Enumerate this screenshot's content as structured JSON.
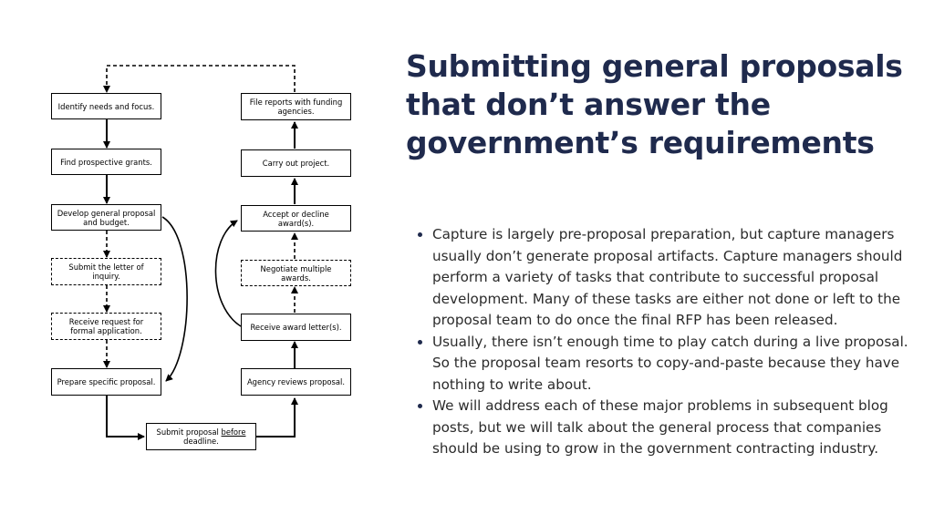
{
  "title": "Submitting general proposals that don’t answer the government’s requirements",
  "bullets": [
    "Capture is largely pre-proposal preparation, but capture managers usually don’t generate proposal artifacts. Capture managers should perform a variety of tasks that contribute to successful proposal development. Many of these tasks are either not done or left to the proposal team to do once the final RFP has been released.",
    "Usually, there isn’t enough time to play catch during a live proposal. So the proposal team resorts to copy-and-paste because they have nothing to write about.",
    "We will address each of these major problems in subsequent blog posts, but we will talk about the general process that companies should be using to grow in the government contracting industry."
  ],
  "diagram": {
    "identify": "Identify needs and focus.",
    "find_grants": "Find prospective grants.",
    "develop": "Develop general proposal and budget.",
    "letter_inquiry": "Submit the letter of inquiry.",
    "receive_request": "Receive request for formal application.",
    "prepare": "Prepare specific proposal.",
    "submit_pre": "Submit proposal ",
    "submit_underlined": "before",
    "submit_post": " deadline.",
    "agency_reviews": "Agency reviews proposal.",
    "receive_award": "Receive award letter(s).",
    "negotiate": "Negotiate multiple awards.",
    "accept_decline": "Accept or decline award(s).",
    "carry_out": "Carry out project.",
    "file_reports": "File reports with funding agencies."
  }
}
